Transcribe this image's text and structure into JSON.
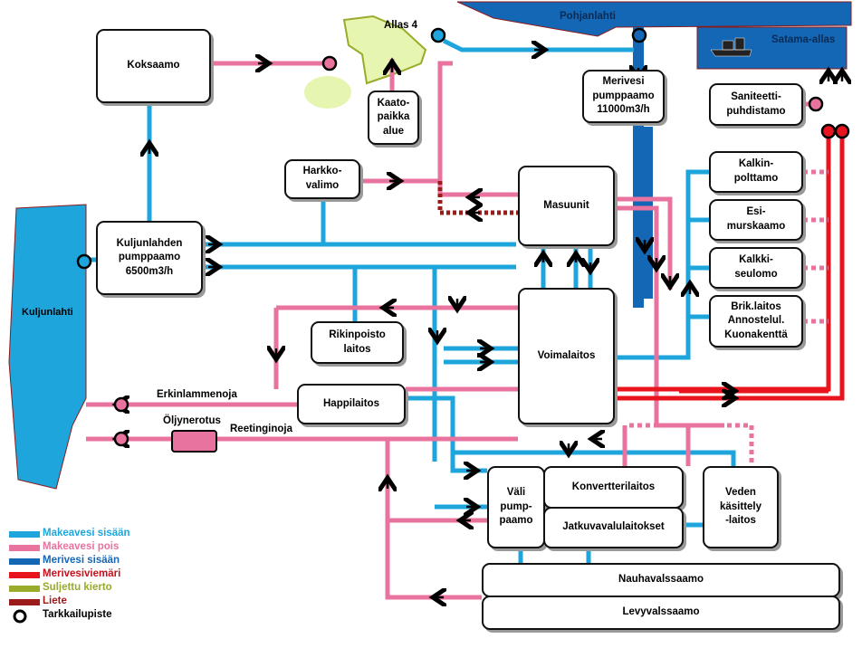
{
  "water": {
    "pohjanlahti": "Pohjanlahti",
    "satama": "Satama-allas",
    "allas4": "Allas 4",
    "kuljunlahti": "Kuljunlahti"
  },
  "boxes": {
    "koksaamo": "Koksaamo",
    "kuljun_pump": "Kuljunlahden\npumppaamo\n6500m3/h",
    "harkko": "Harkko-\nvalimo",
    "kaato": "Kaato-\npaikka\nalue",
    "masuunit": "Masuunit",
    "meri_pump": "Merivesi\npumppaamo\n11000m3/h",
    "saniteetti": "Saniteetti-\npuhdistamo",
    "kalkinpolttamo": "Kalkin-\npolttamo",
    "esimurskaamo": "Esi-\nmurskaamo",
    "kalkkiseulomo": "Kalkki-\nseulomo",
    "brik": "Brik.laitos\nAnnostelul.\nKuonakenttä",
    "rikinpoisto": "Rikinpoisto\nlaitos",
    "voimalaitos": "Voimalaitos",
    "happilaitos": "Happilaitos",
    "vali": "Väli\npump-\npaamo",
    "konvertteri": "Konvertterilaitos",
    "jatkuva": "Jatkuvavalulaitokset",
    "veden": "Veden\nkäsittely\n-laitos",
    "nauha": "Nauhavalssaamo",
    "levy": "Levyvalssaamo"
  },
  "labels": {
    "erkin": "Erkinlammenoja",
    "oljy": "Öljynerotus",
    "reeting": "Reetinginoja"
  },
  "legend": [
    {
      "label": "Makeavesi sisään",
      "color": "#1ea5dc"
    },
    {
      "label": "Makeavesi pois",
      "color": "#e8739f"
    },
    {
      "label": "Merivesi sisään",
      "color": "#1467b4"
    },
    {
      "label": "Merivesiviemäri",
      "color": "#e8141e"
    },
    {
      "label": "Suljettu kierto",
      "color": "#9aaa2a"
    },
    {
      "label": "Liete",
      "color": "#9b1b1b"
    },
    {
      "label": "Tarkkailupiste",
      "color": "#000000"
    }
  ]
}
